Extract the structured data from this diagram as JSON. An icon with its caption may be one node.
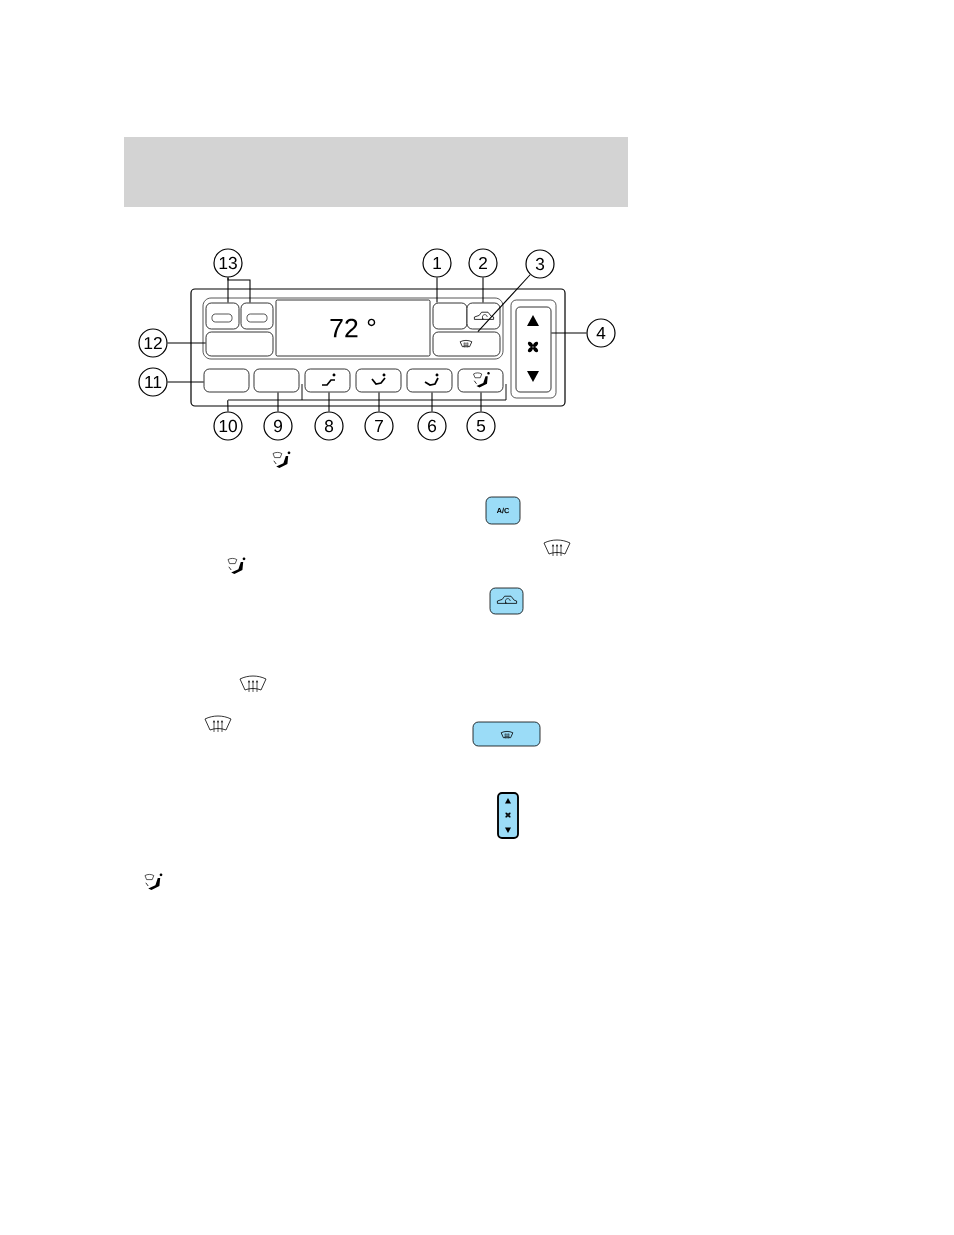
{
  "diagram": {
    "nodes": [
      {
        "text": [
          "13"
        ]
      },
      {
        "text": [
          "1"
        ]
      },
      {
        "text": [
          "2"
        ]
      },
      {
        "text": [
          "3"
        ]
      },
      {
        "text": [
          "12"
        ]
      },
      {
        "text": [
          "72 °"
        ]
      },
      {
        "text": [
          "4"
        ]
      },
      {
        "text": [
          "11"
        ]
      },
      {
        "text": [
          "10"
        ]
      },
      {
        "text": [
          "9"
        ]
      },
      {
        "text": [
          "8"
        ]
      },
      {
        "text": [
          "7"
        ]
      },
      {
        "text": [
          "6"
        ]
      },
      {
        "text": [
          "5"
        ]
      },
      {
        "text": [],
        "shape": "box"
      },
      {
        "text": [],
        "shape": "box"
      },
      {
        "text": [],
        "shape": "box"
      },
      {
        "text": [],
        "shape": "box"
      },
      {
        "text": [],
        "shape": "box"
      },
      {
        "text": [],
        "shape": "box"
      },
      {
        "text": [],
        "shape": "box"
      },
      {
        "text": [],
        "shape": "box"
      },
      {
        "text": [],
        "shape": "box"
      },
      {
        "text": [],
        "shape": "box"
      },
      {
        "text": [],
        "shape": "box"
      },
      {
        "text": [],
        "shape": "box"
      },
      {
        "text": [],
        "shape": "box"
      },
      {
        "text": [
          "A/C"
        ]
      },
      {
        "text": [],
        "shape": "box"
      },
      {
        "text": [],
        "shape": "box"
      },
      {
        "text": [],
        "shape": "box"
      },
      {
        "text": [],
        "shape": "bar"
      }
    ],
    "edges": [
      {
        "from": 0,
        "to": 14,
        "arrow": "none"
      },
      {
        "from": 0,
        "to": 15,
        "arrow": "none"
      },
      {
        "from": 1,
        "to": 16,
        "arrow": "none"
      },
      {
        "from": 2,
        "to": 17,
        "arrow": "none"
      },
      {
        "from": 3,
        "to": 18,
        "arrow": "none"
      },
      {
        "from": 4,
        "to": 19,
        "arrow": "none"
      },
      {
        "from": 6,
        "to": 20,
        "arrow": "none"
      },
      {
        "from": 7,
        "to": 21,
        "arrow": "none"
      },
      {
        "from": 8,
        "to": 31,
        "arrow": "none"
      },
      {
        "from": 9,
        "to": 22,
        "arrow": "none"
      },
      {
        "from": 10,
        "to": 23,
        "arrow": "none"
      },
      {
        "from": 11,
        "to": 24,
        "arrow": "none"
      },
      {
        "from": 12,
        "to": 25,
        "arrow": "none"
      },
      {
        "from": 13,
        "to": 26,
        "arrow": "none"
      }
    ]
  }
}
